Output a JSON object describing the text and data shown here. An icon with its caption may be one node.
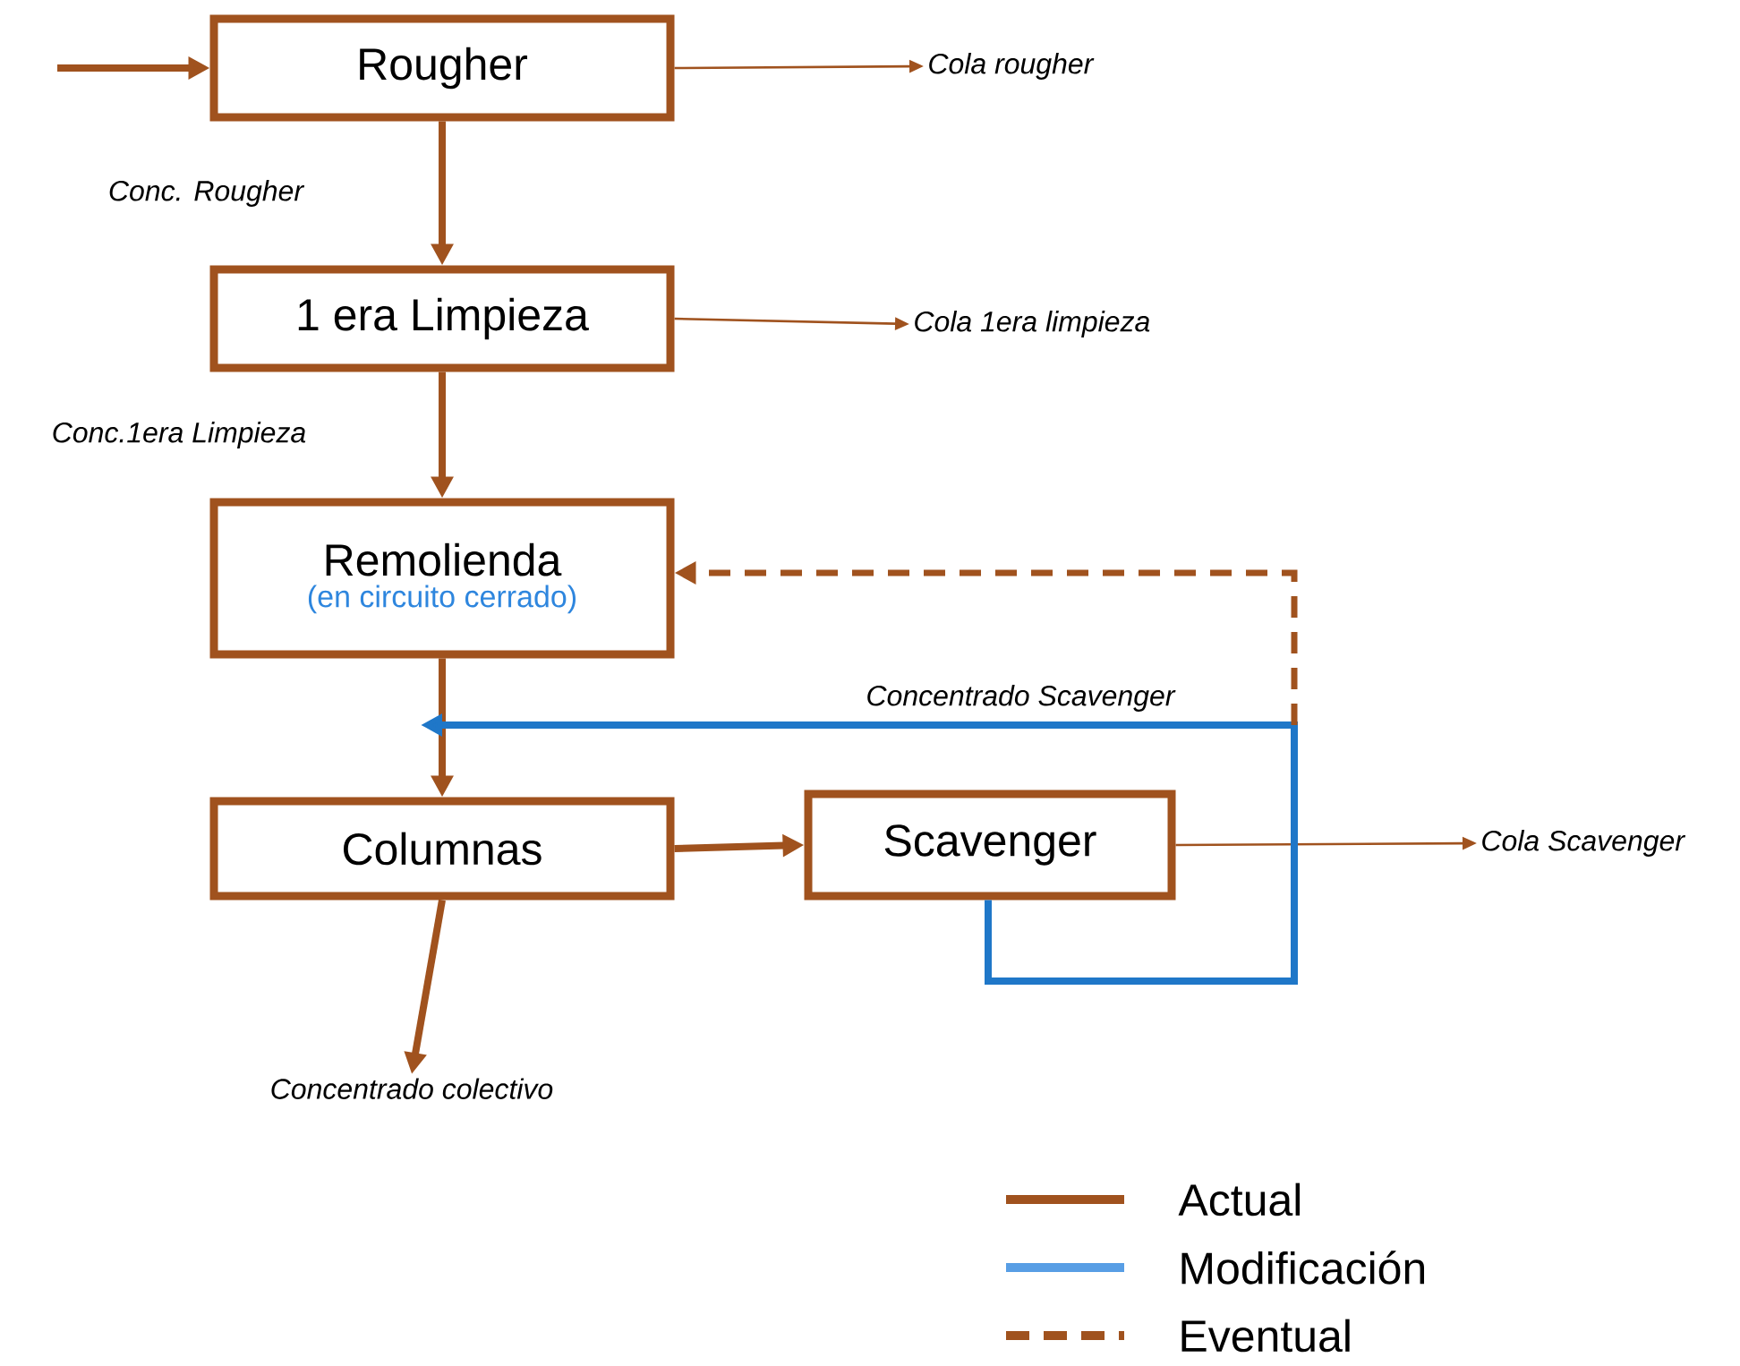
{
  "diagram": {
    "nodes": [
      {
        "text": [
          "Rougher"
        ]
      },
      {
        "text": [
          "1 era Limpieza"
        ]
      },
      {
        "text": [
          "Remolienda",
          "(en circuito cerrado)"
        ]
      },
      {
        "text": [
          "Columnas"
        ]
      },
      {
        "text": [
          "Scavenger"
        ]
      },
      {
        "text": [
          "Cola rougher"
        ]
      },
      {
        "text": [
          "Cola 1era limpieza"
        ]
      },
      {
        "text": [
          "Cola Scavenger"
        ]
      },
      {
        "text": [
          "Concentrado colectivo"
        ]
      }
    ],
    "edges": [
      {
        "from": null,
        "to": 0,
        "arrow": "to"
      },
      {
        "from": 0,
        "to": 5,
        "arrow": "to"
      },
      {
        "from": 0,
        "to": 1,
        "arrow": "to",
        "label": "Conc. Rougher"
      },
      {
        "from": 1,
        "to": 6,
        "arrow": "to"
      },
      {
        "from": 1,
        "to": 2,
        "arrow": "to",
        "label": "Conc.1era Limpieza"
      },
      {
        "from": 2,
        "to": 3,
        "arrow": "to"
      },
      {
        "from": 3,
        "to": 4,
        "arrow": "to"
      },
      {
        "from": 4,
        "to": 7,
        "arrow": "to"
      },
      {
        "from": 3,
        "to": 8,
        "arrow": "to"
      },
      {
        "from": 4,
        "to": null,
        "arrow": "to",
        "color": "#1f77c8",
        "label": "Concentrado Scavenger"
      },
      {
        "from": null,
        "to": 2,
        "arrow": "to",
        "style": "dashed"
      }
    ],
    "legend": [
      {
        "text": "Actual"
      },
      {
        "text": "Modificación"
      },
      {
        "text": "Eventual"
      }
    ]
  }
}
